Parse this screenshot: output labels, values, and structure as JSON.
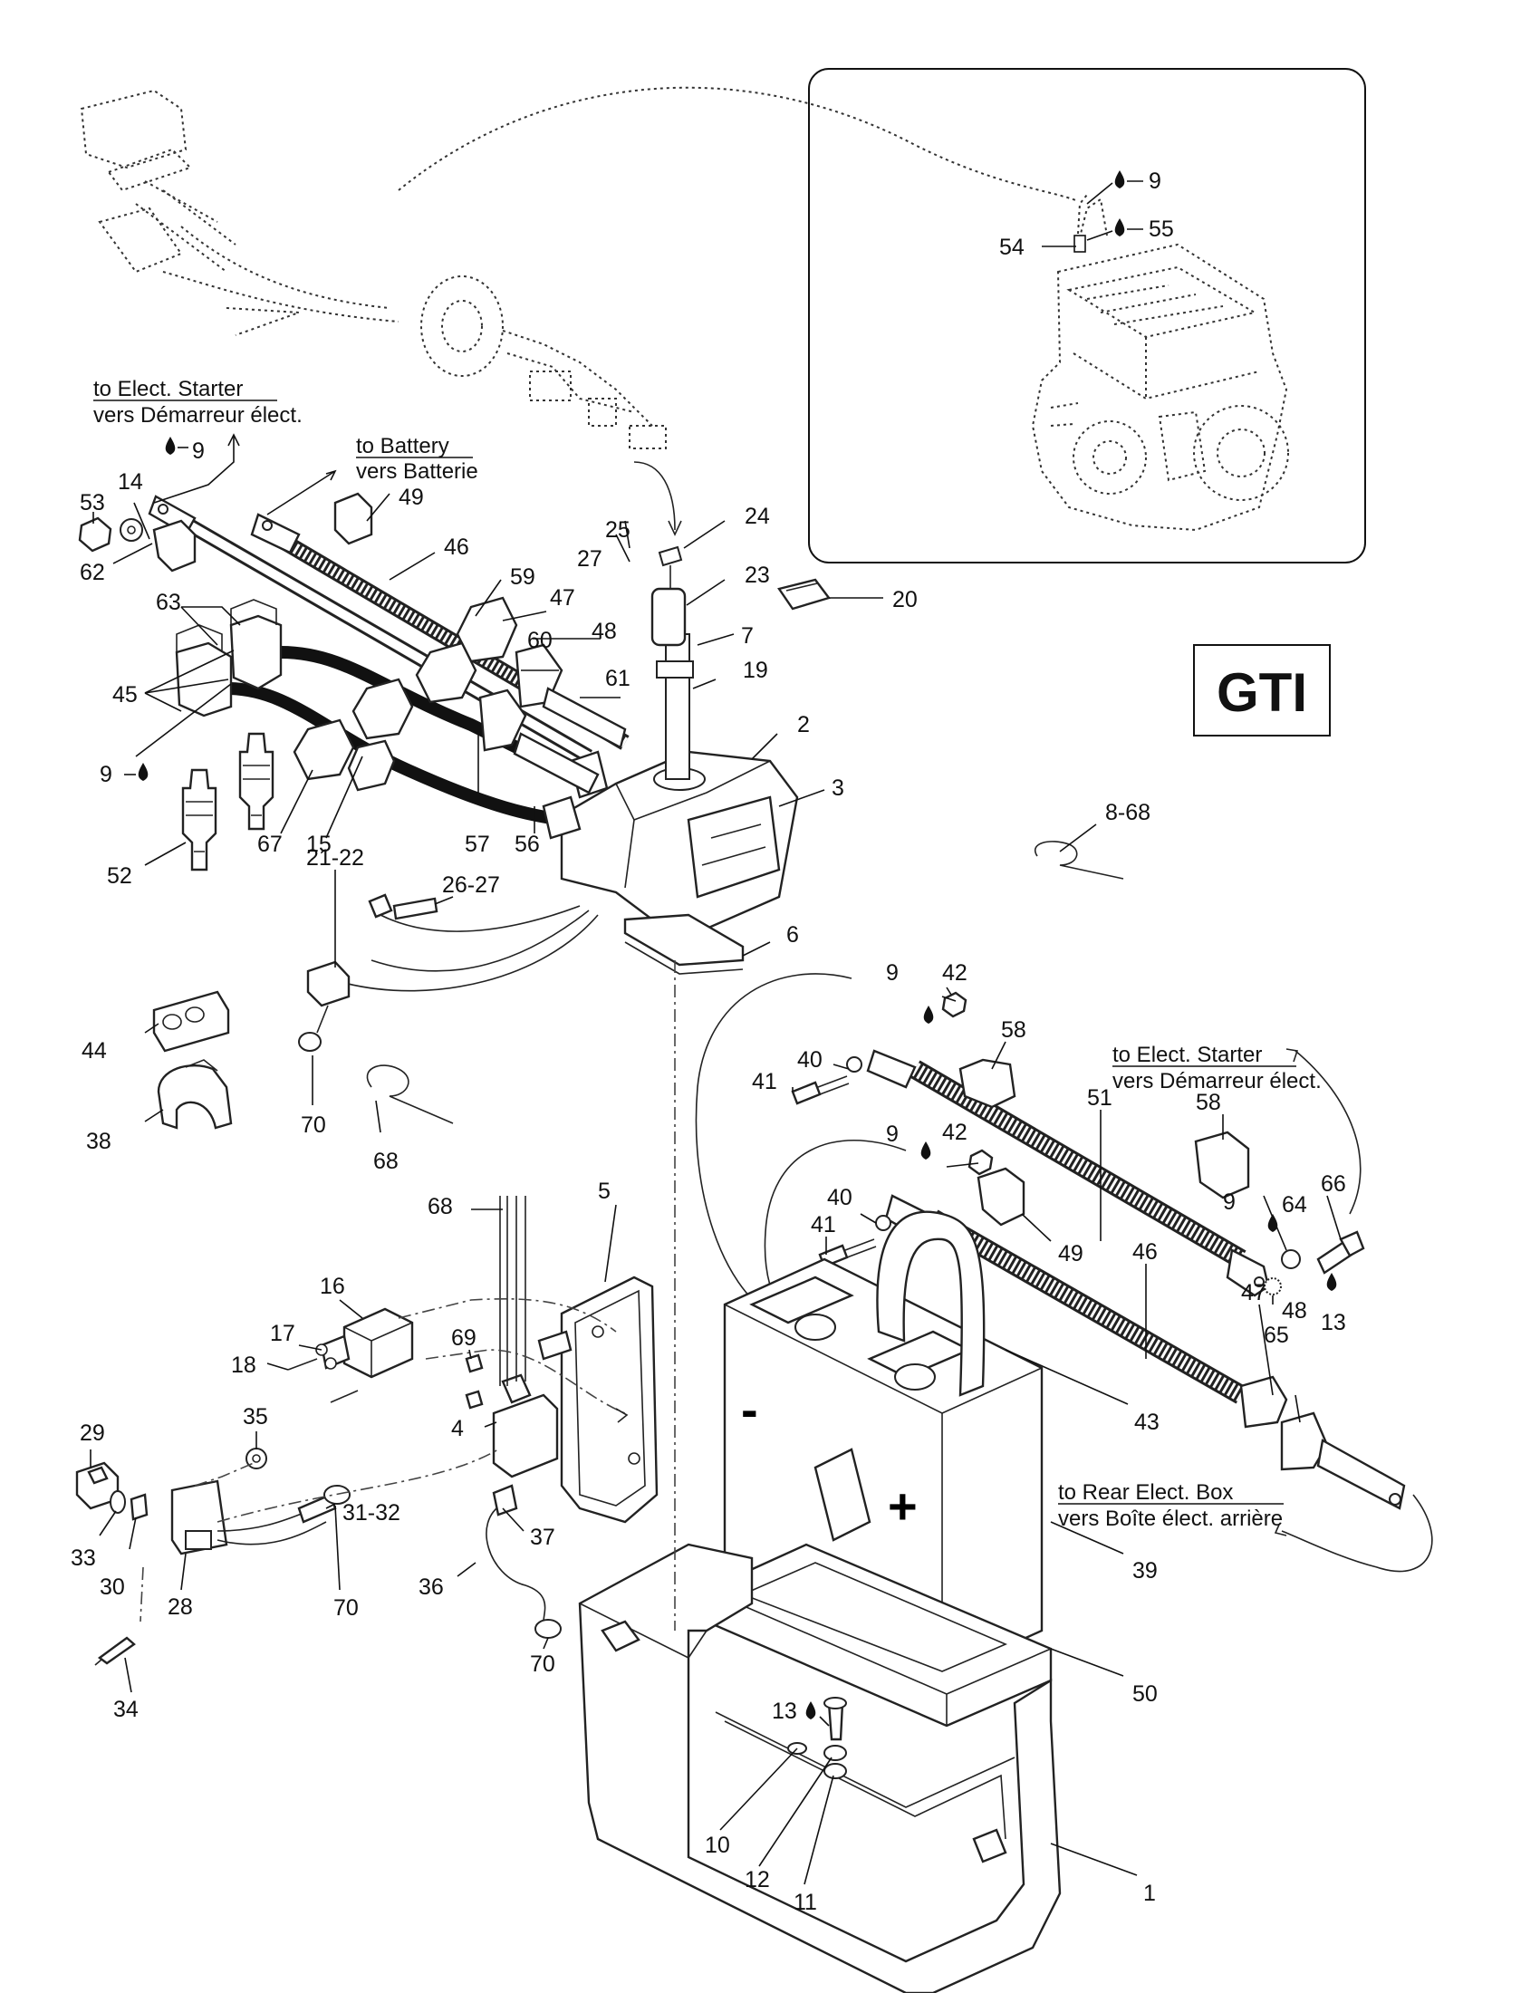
{
  "badge": "GTI",
  "notes": [
    {
      "id": "elect-starter-top",
      "line1": "to Elect. Starter",
      "line2": "vers Démarreur élect."
    },
    {
      "id": "battery",
      "line1": "to Battery",
      "line2": "vers Batterie"
    },
    {
      "id": "elect-starter-right",
      "line1": "to Elect. Starter",
      "line2": "vers Démarreur élect."
    },
    {
      "id": "rear-box",
      "line1": "to Rear Elect. Box",
      "line2": "vers Boîte élect. arrière"
    }
  ],
  "battery_signs": {
    "minus": "-",
    "plus": "+"
  },
  "labels": [
    "9",
    "55",
    "54",
    "9",
    "14",
    "53",
    "62",
    "63",
    "49",
    "46",
    "59",
    "47",
    "60",
    "48",
    "61",
    "45",
    "9",
    "52",
    "67",
    "15",
    "57",
    "56",
    "27",
    "25",
    "24",
    "23",
    "20",
    "7",
    "19",
    "2",
    "3",
    "8-68",
    "21-22",
    "26-27",
    "6",
    "44",
    "38",
    "70",
    "68",
    "42",
    "9",
    "58",
    "40",
    "41",
    "51",
    "to-elect",
    "58",
    "9",
    "64",
    "66",
    "65",
    "13",
    "9",
    "42",
    "40",
    "41",
    "49",
    "46",
    "47",
    "48",
    "43",
    "39",
    "50",
    "1",
    "13",
    "10",
    "12",
    "11",
    "5",
    "68",
    "16",
    "17",
    "18",
    "69",
    "4",
    "37",
    "36",
    "70",
    "35",
    "29",
    "33",
    "30",
    "28",
    "31-32",
    "70",
    "34"
  ]
}
